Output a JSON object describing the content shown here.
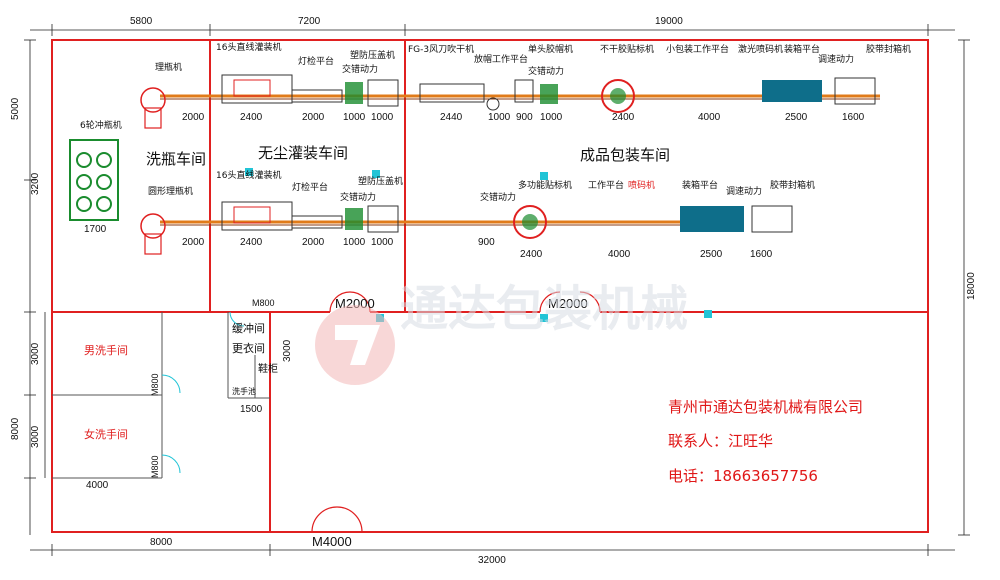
{
  "dims": {
    "top": [
      "5800",
      "7200",
      "19000"
    ],
    "bottom": [
      "8000",
      "32000"
    ],
    "left": [
      "5000",
      "3200",
      "3000",
      "3000",
      "8000"
    ],
    "right": "18000",
    "sides": [
      "3000"
    ],
    "line1": [
      "2000",
      "2400",
      "2000",
      "1000",
      "1000",
      "2440",
      "1000",
      "900",
      "1000",
      "2400",
      "4000",
      "2500",
      "1600"
    ],
    "line2": [
      "2000",
      "2400",
      "2000",
      "1000",
      "1000",
      "900",
      "2400",
      "4000",
      "2500",
      "1600"
    ],
    "misc": [
      "1700",
      "4000",
      "1500"
    ]
  },
  "rooms": {
    "wash": "洗瓶车间",
    "fill": "无尘灌装车间",
    "pack": "成品包装车间",
    "male": "男洗手间",
    "female": "女洗手间",
    "buffer": "缓冲间",
    "change": "更衣间",
    "shoe": "鞋柜",
    "sink": "洗手池"
  },
  "machines": {
    "sorter": "理瓶机",
    "washer6": "6轮冲瓶机",
    "round_sorter": "圆形理瓶机",
    "filler16a": "16头直线灌装机",
    "filler16b": "16头直线灌装机",
    "inspect1": "灯检平台",
    "inspect2": "灯检平台",
    "capper1": "塑防压盖机",
    "capper2": "塑防压盖机",
    "drive1": "交错动力",
    "drive2": "交错动力",
    "drive3": "交错动力",
    "drive4": "交错动力",
    "dryer": "FG-3风刀吹干机",
    "cap_platform": "放帽工作平台",
    "single_cap": "单头胶帽机",
    "labeler": "不干胶贴标机",
    "small_pack": "小包装工作平台",
    "laser": "激光喷码机",
    "boxing1": "装箱平台",
    "speed1": "调速动力",
    "sealer1": "胶带封箱机",
    "multi_label": "多功能贴标机",
    "work_platform": "工作平台",
    "coder": "喷码机",
    "boxing2": "装箱平台",
    "speed2": "调速动力",
    "sealer2": "胶带封箱机"
  },
  "doors": {
    "m800a": "M800",
    "m800b": "M800",
    "m800c": "M800",
    "m2000a": "M2000",
    "m2000b": "M2000",
    "m4000": "M4000"
  },
  "company": {
    "name": "青州市通达包装机械有限公司",
    "contact": "联系人：江旺华",
    "phone": "电话：18663657756"
  },
  "watermark": "通达包装机械",
  "colors": {
    "wall": "#e02020",
    "line": "#e07b1a",
    "conveyor": "#1a8c2e",
    "cyan": "#21c4d6",
    "company": "#e01818"
  }
}
